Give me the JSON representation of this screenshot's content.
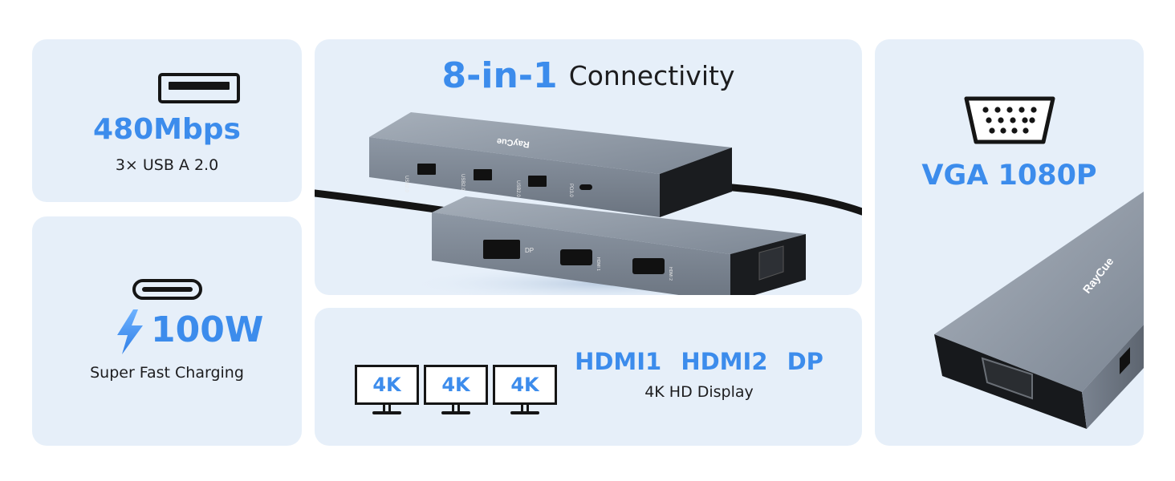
{
  "usb": {
    "speed": "480Mbps",
    "desc": "3× USB A 2.0",
    "icon": "usb-a-port-icon"
  },
  "charging": {
    "power": "100W",
    "desc": "Super Fast Charging",
    "icon": "lightning-bolt-icon",
    "port_icon": "usb-c-port-icon"
  },
  "connectivity": {
    "count": "8-in-1",
    "label": "Connectivity",
    "brand": "RayCue",
    "port_labels": {
      "usb1": "USB2.0",
      "usb2": "USB2.0",
      "usb3": "USB2.0",
      "pd": "PD3.0",
      "dp": "DP",
      "hdmi1": "HDMI 1",
      "hdmi2": "HDMI 2"
    }
  },
  "display": {
    "monitors": [
      "4K",
      "4K",
      "4K"
    ],
    "ports": "HDMI1  HDMI2  DP",
    "desc": "4K HD Display"
  },
  "vga": {
    "label": "VGA 1080P",
    "icon": "vga-port-icon",
    "brand": "RayCue"
  },
  "colors": {
    "accent": "#3c8cec",
    "card_bg": "#e6eff9",
    "device": "#8b95a2",
    "ink": "#151515"
  }
}
